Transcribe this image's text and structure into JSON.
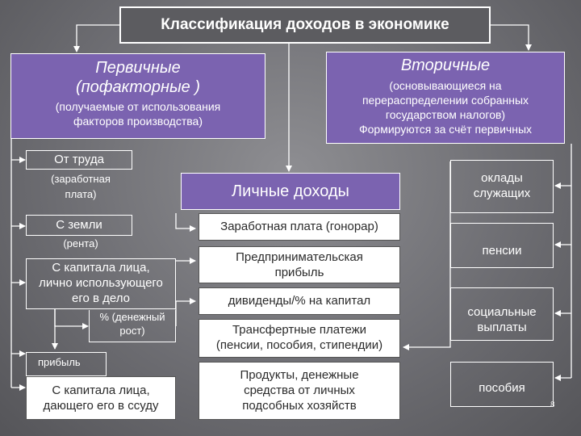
{
  "title": "Классификация доходов в экономике",
  "primary": {
    "heading_line1": "Первичные",
    "heading_line2": "(пофакторные )",
    "note_line1": "(получаемые от использования",
    "note_line2": "факторов производства)"
  },
  "secondary": {
    "heading": "Вторичные",
    "note_line1": "(основывающиеся на",
    "note_line2": "перераспределении собранных",
    "note_line3": "государством налогов)",
    "note_line4": "Формируются за счёт первичных"
  },
  "personal": {
    "heading": "Личные доходы"
  },
  "left_items": {
    "labor": {
      "label": "От труда",
      "sub_line1": "(заработная",
      "sub_line2": "плата)"
    },
    "land": {
      "label": "С земли",
      "sub": "(рента)"
    },
    "capital_own": {
      "line1": "С капитала лица,",
      "line2": "лично использующего",
      "line3": "его в дело",
      "sub_line1": "% (денежный",
      "sub_line2": "рост)"
    },
    "profit": {
      "label": "прибыль"
    },
    "capital_lend": {
      "line1": "С капитала лица,",
      "line2": "дающего его в ссуду"
    }
  },
  "middle_items": [
    {
      "line1": "Заработная плата (гонорар)",
      "line2": ""
    },
    {
      "line1": "Предпринимательская",
      "line2": "прибыль"
    },
    {
      "line1": "дивиденды/% на капитал",
      "line2": ""
    },
    {
      "line1": "Трансфертные платежи",
      "line2": "(пенсии, пособия, стипендии)"
    },
    {
      "line1": "Продукты, денежные",
      "line2": "средства от личных",
      "line3": "подсобных хозяйств"
    }
  ],
  "right_items": [
    {
      "line1": "оклады",
      "line2": "служащих"
    },
    {
      "line1": "пенсии",
      "line2": ""
    },
    {
      "line1": "социальные",
      "line2": "выплаты"
    },
    {
      "line1": "пособия",
      "line2": ""
    }
  ],
  "page_number": "8",
  "colors": {
    "purple": "#7b63b0",
    "background": "#6e6e73",
    "lines": "#ffffff"
  }
}
